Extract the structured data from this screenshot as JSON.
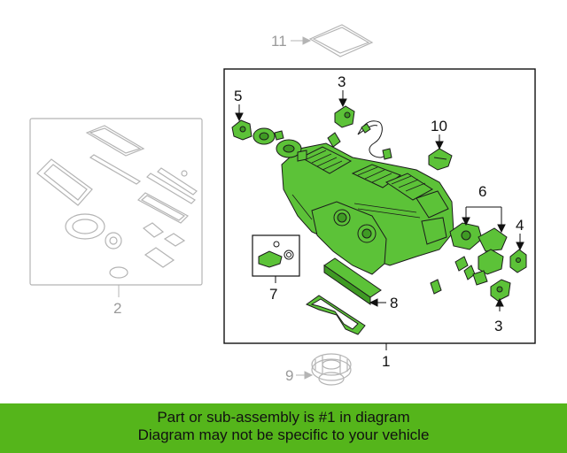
{
  "diagram": {
    "callouts": {
      "c1": "1",
      "c2": "2",
      "c3_top": "3",
      "c3_bottom": "3",
      "c4": "4",
      "c5": "5",
      "c6": "6",
      "c7": "7",
      "c8": "8",
      "c9": "9",
      "c10": "10",
      "c11": "11"
    },
    "colors": {
      "part_fill": "#5cc238",
      "part_stroke": "#1b1b1b",
      "ghost": "#b4b4b4",
      "banner": "#55b51b"
    }
  },
  "banner": {
    "line1": "Part or sub-assembly is #1 in diagram",
    "line2": "Diagram may not be specific to your vehicle"
  }
}
